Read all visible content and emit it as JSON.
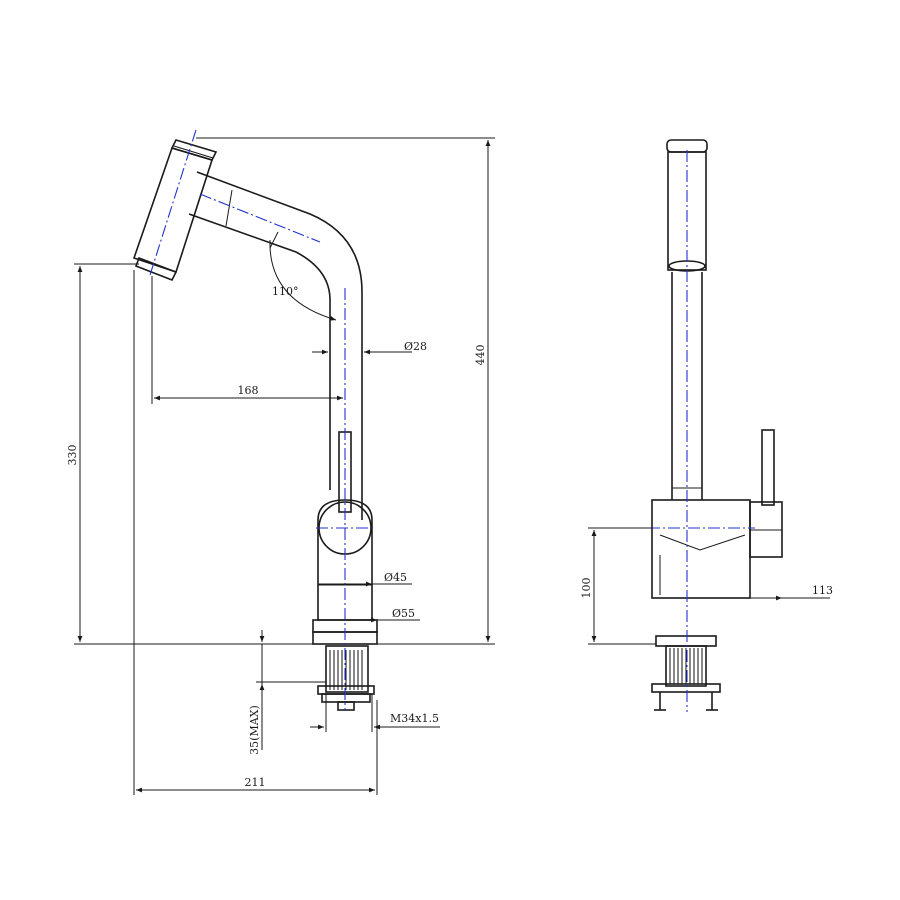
{
  "dimensions": {
    "overall_height": "440",
    "spout_height": "330",
    "spout_reach": "168",
    "overall_depth": "211",
    "spout_diameter": "28",
    "body_diameter": "45",
    "base_diameter": "55",
    "max_deck_thickness": "35(MAX)",
    "thread_size": "M34x1.5",
    "spout_angle": "110°",
    "body_height": "100",
    "handle_reach": "113"
  },
  "diameter_symbol": "Ø",
  "colors": {
    "outline": "#1a1a1a",
    "centerline": "#2233cc"
  }
}
